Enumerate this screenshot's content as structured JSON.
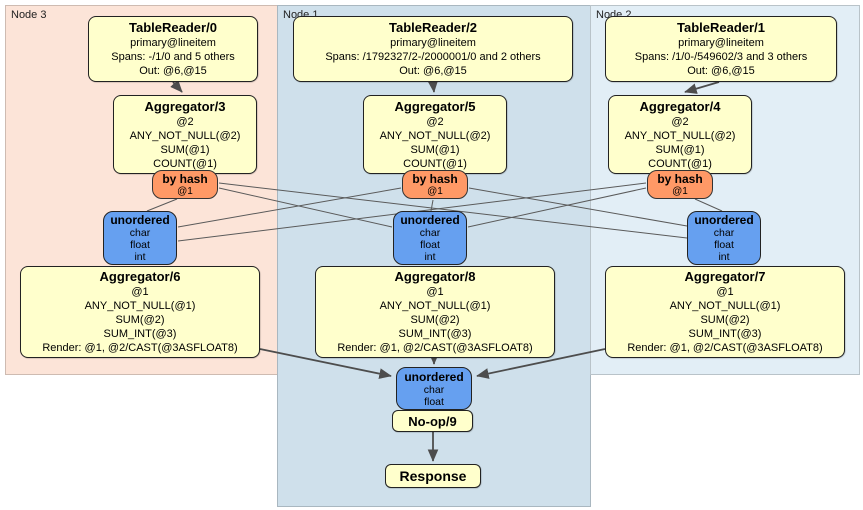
{
  "diagram": {
    "regions": {
      "node3": {
        "label": "Node 3"
      },
      "node1": {
        "label": "Node 1"
      },
      "node2": {
        "label": "Node 2"
      }
    },
    "processors": {
      "tr0": {
        "title": "TableReader/0",
        "lines": [
          "primary@lineitem",
          "Spans: -/1/0 and 5 others",
          "Out: @6,@15"
        ]
      },
      "tr2": {
        "title": "TableReader/2",
        "lines": [
          "primary@lineitem",
          "Spans: /1792327/2-/2000001/0 and 2 others",
          "Out: @6,@15"
        ]
      },
      "tr1": {
        "title": "TableReader/1",
        "lines": [
          "primary@lineitem",
          "Spans: /1/0-/549602/3 and 3 others",
          "Out: @6,@15"
        ]
      },
      "agg3": {
        "title": "Aggregator/3",
        "lines": [
          "@2",
          "ANY_NOT_NULL(@2)",
          "SUM(@1)",
          "COUNT(@1)"
        ]
      },
      "agg5": {
        "title": "Aggregator/5",
        "lines": [
          "@2",
          "ANY_NOT_NULL(@2)",
          "SUM(@1)",
          "COUNT(@1)"
        ]
      },
      "agg4": {
        "title": "Aggregator/4",
        "lines": [
          "@2",
          "ANY_NOT_NULL(@2)",
          "SUM(@1)",
          "COUNT(@1)"
        ]
      },
      "agg6": {
        "title": "Aggregator/6",
        "lines": [
          "@1",
          "ANY_NOT_NULL(@1)",
          "SUM(@2)",
          "SUM_INT(@3)",
          "Render: @1, @2/CAST(@3ASFLOAT8)"
        ]
      },
      "agg8": {
        "title": "Aggregator/8",
        "lines": [
          "@1",
          "ANY_NOT_NULL(@1)",
          "SUM(@2)",
          "SUM_INT(@3)",
          "Render: @1, @2/CAST(@3ASFLOAT8)"
        ]
      },
      "agg7": {
        "title": "Aggregator/7",
        "lines": [
          "@1",
          "ANY_NOT_NULL(@1)",
          "SUM(@2)",
          "SUM_INT(@3)",
          "Render: @1, @2/CAST(@3ASFLOAT8)"
        ]
      },
      "noop9": {
        "title": "No-op/9"
      },
      "response": {
        "title": "Response"
      }
    },
    "routers": {
      "by_hash": {
        "title": "by hash",
        "detail": "@1"
      }
    },
    "synchronizers": {
      "top": {
        "title": "unordered",
        "types": [
          "char",
          "float",
          "int"
        ]
      },
      "bottom": {
        "title": "unordered",
        "types": [
          "char",
          "float"
        ]
      }
    },
    "colors": {
      "node3_bg": "#fce4d8",
      "node1_bg": "#cfe0eb",
      "node2_bg": "#e2eef6",
      "processor_bg": "#ffffcc",
      "router_bg": "#ff9966",
      "synchronizer_bg": "#66a0f0",
      "edge": "#4d4d4d"
    }
  }
}
